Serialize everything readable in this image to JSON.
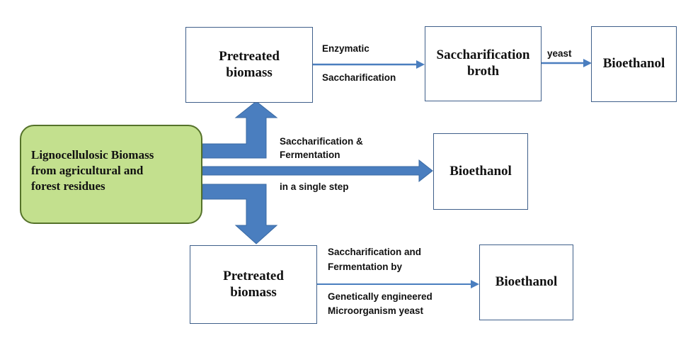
{
  "source": {
    "lines": [
      "Lignocellulosic Biomass",
      "from agricultural and",
      "forest residues"
    ]
  },
  "top": {
    "pretreated": [
      "Pretreated",
      "biomass"
    ],
    "label_above": "Enzymatic",
    "label_below": "Saccharification",
    "broth": [
      "Saccharification",
      "broth"
    ],
    "yeast_label": "yeast",
    "product": "Bioethanol"
  },
  "middle": {
    "label_above_1": "Saccharification &",
    "label_above_2": "Fermentation",
    "label_below": "in a single step",
    "product": "Bioethanol"
  },
  "bottom": {
    "pretreated": [
      "Pretreated",
      "biomass"
    ],
    "label_above_1": "Saccharification and",
    "label_above_2": "Fermentation by",
    "label_below_1": "Genetically engineered",
    "label_below_2": "Microorganism yeast",
    "product": "Bioethanol"
  },
  "colors": {
    "source_fill": "#c3e08e",
    "arrow_fill": "#4a7ebf",
    "box_border": "#3f5f8a"
  }
}
